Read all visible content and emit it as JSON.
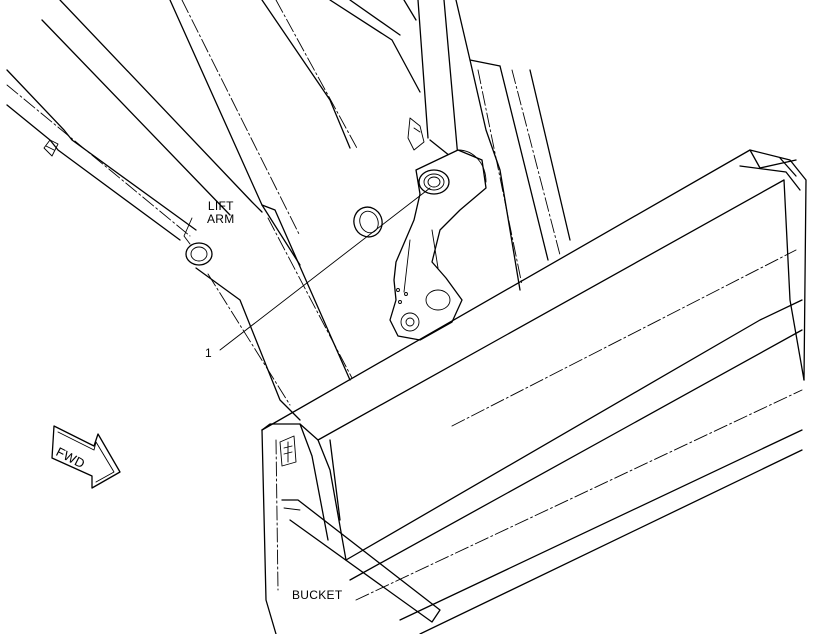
{
  "labels": {
    "lift_arm": "LIFT\nARM",
    "bucket": "BUCKET",
    "callout": "1",
    "fwd": "FWD"
  }
}
